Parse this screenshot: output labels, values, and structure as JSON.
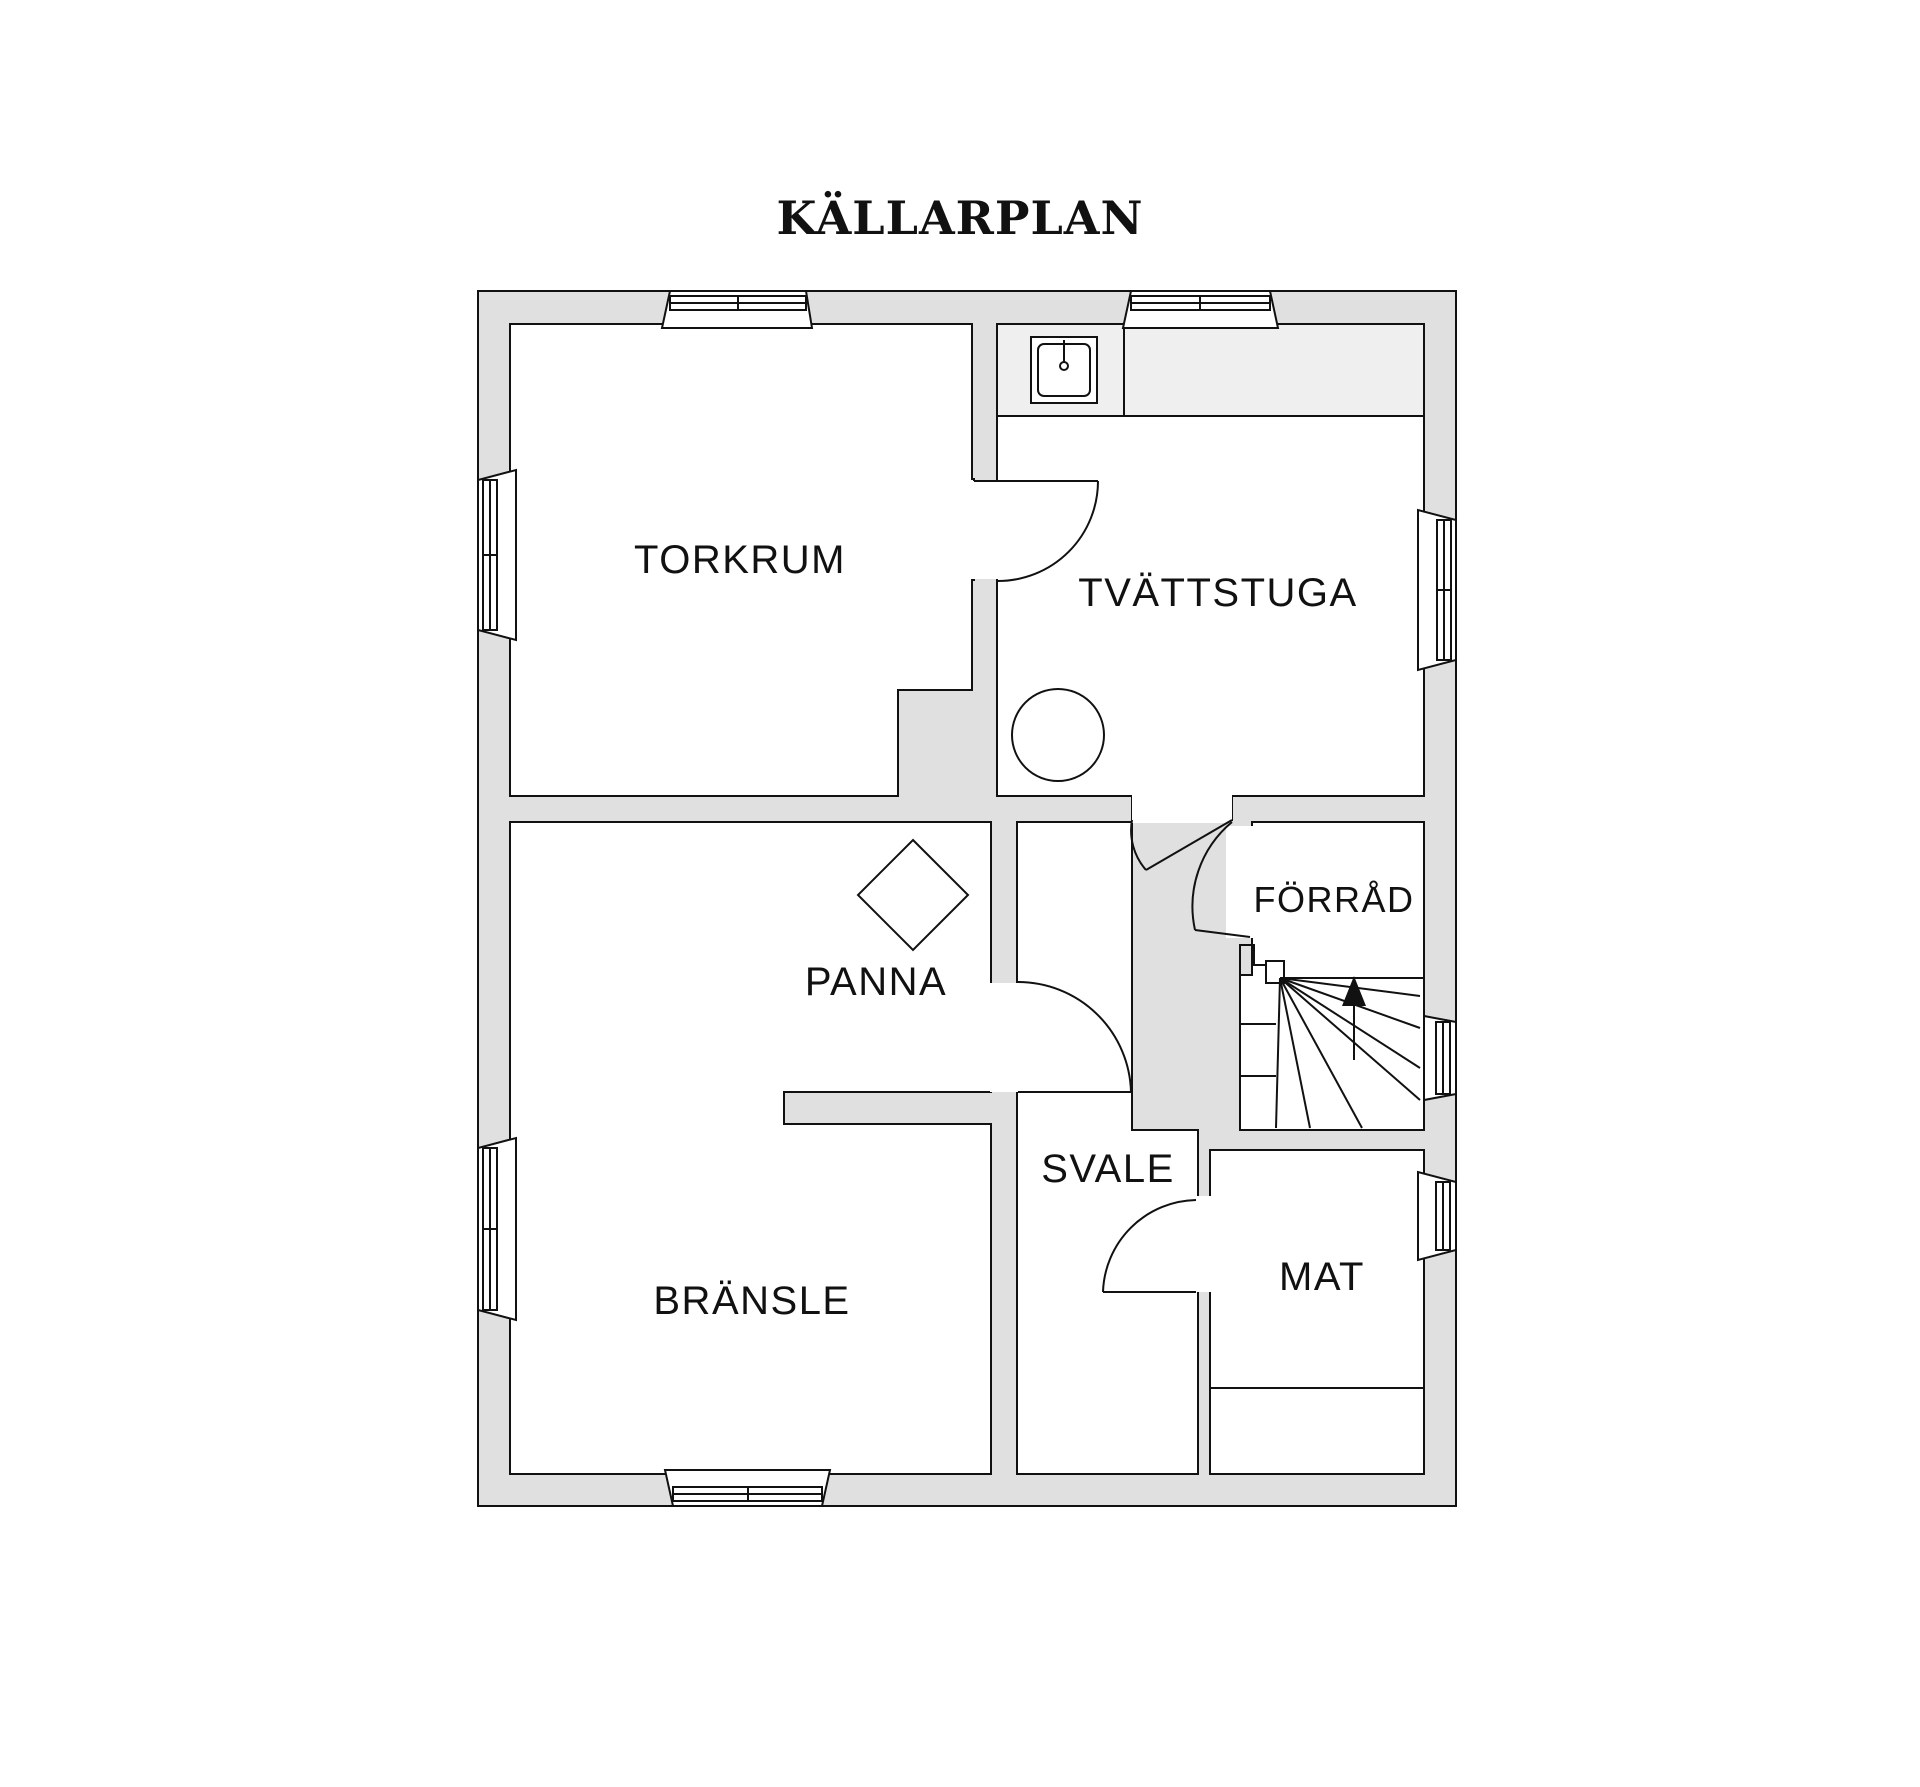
{
  "title": "KÄLLARPLAN",
  "rooms": {
    "torkrum": "TORKRUM",
    "tvattstuga": "TVÄTTSTUGA",
    "forrad": "FÖRRÅD",
    "panna": "PANNA",
    "svale": "SVALE",
    "bransle": "BRÄNSLE",
    "mat": "MAT"
  },
  "colors": {
    "wall": "#e0e0e0",
    "line": "#111111",
    "counter": "#efefef"
  }
}
